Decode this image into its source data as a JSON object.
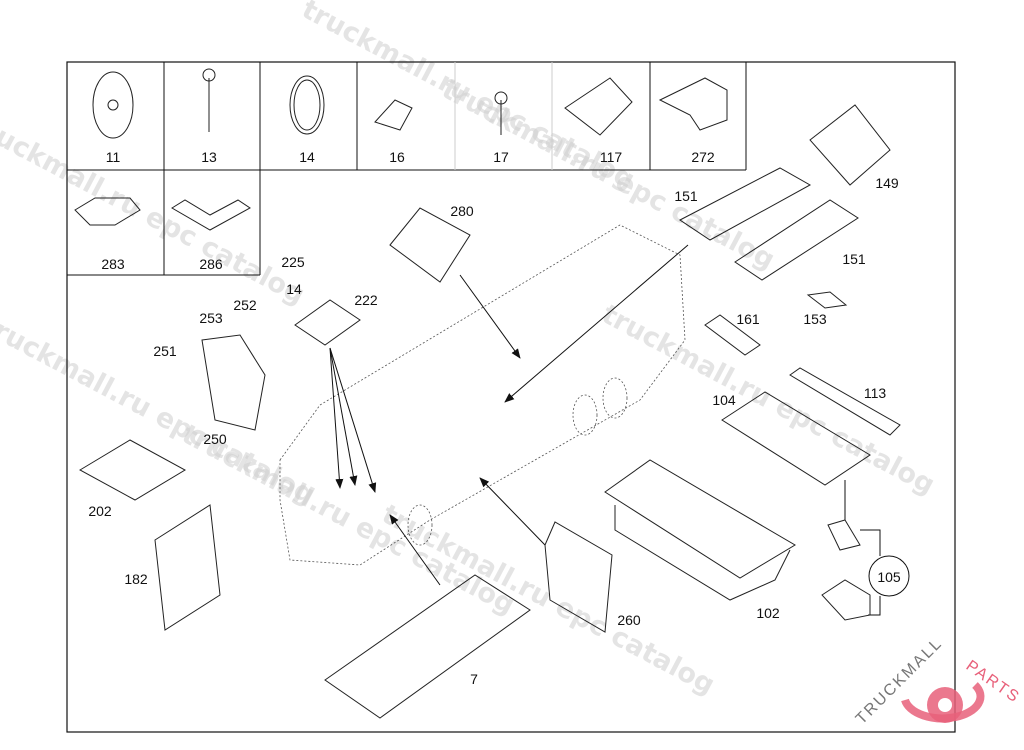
{
  "watermark": "truckmall.ru epc catalog",
  "logo": {
    "text_left": "TRUCKMALL",
    "text_right": "PARTS",
    "color": "#e8607a"
  },
  "grid_labels": [
    "11",
    "13",
    "14",
    "16",
    "17",
    "117",
    "272",
    "283",
    "286"
  ],
  "part_labels": [
    "149",
    "151",
    "151",
    "280",
    "225",
    "14",
    "222",
    "252",
    "253",
    "251",
    "250",
    "161",
    "153",
    "113",
    "104",
    "202",
    "182",
    "260",
    "102",
    "105",
    "7"
  ]
}
